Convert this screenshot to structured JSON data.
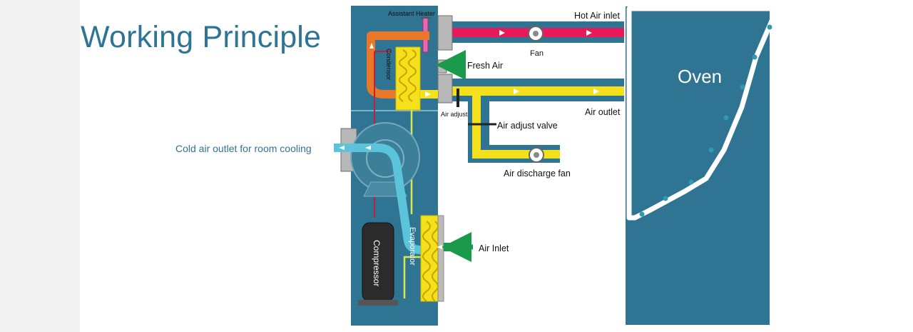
{
  "title": "Working Principle",
  "labels": {
    "assistant_heater": "Assistant Heater",
    "hot_air_inlet": "Hot Air inlet",
    "fan": "Fan",
    "fresh_air": "Fresh Air",
    "condensor": "Condensor",
    "air_adjust": "Air adjust",
    "air_adjust_valve": "Air adjust valve",
    "air_outlet": "Air outlet",
    "air_discharge_fan": "Air discharge fan",
    "cold_air_outlet": "Cold air outlet for room cooling",
    "air_inlet": "Air Inlet",
    "compressor": "Compressor",
    "evaporator": "Evaporator",
    "oven": "Oven"
  },
  "colors": {
    "cabinet": "#2f7492",
    "hot_air": "#e8195a",
    "warm_air": "#e8772a",
    "return_air": "#f5e01c",
    "cold_air": "#5bc3da",
    "fresh_air_arrow": "#1a9a4a",
    "refrigerant_line": "#c0203a",
    "title": "#2e7494"
  }
}
